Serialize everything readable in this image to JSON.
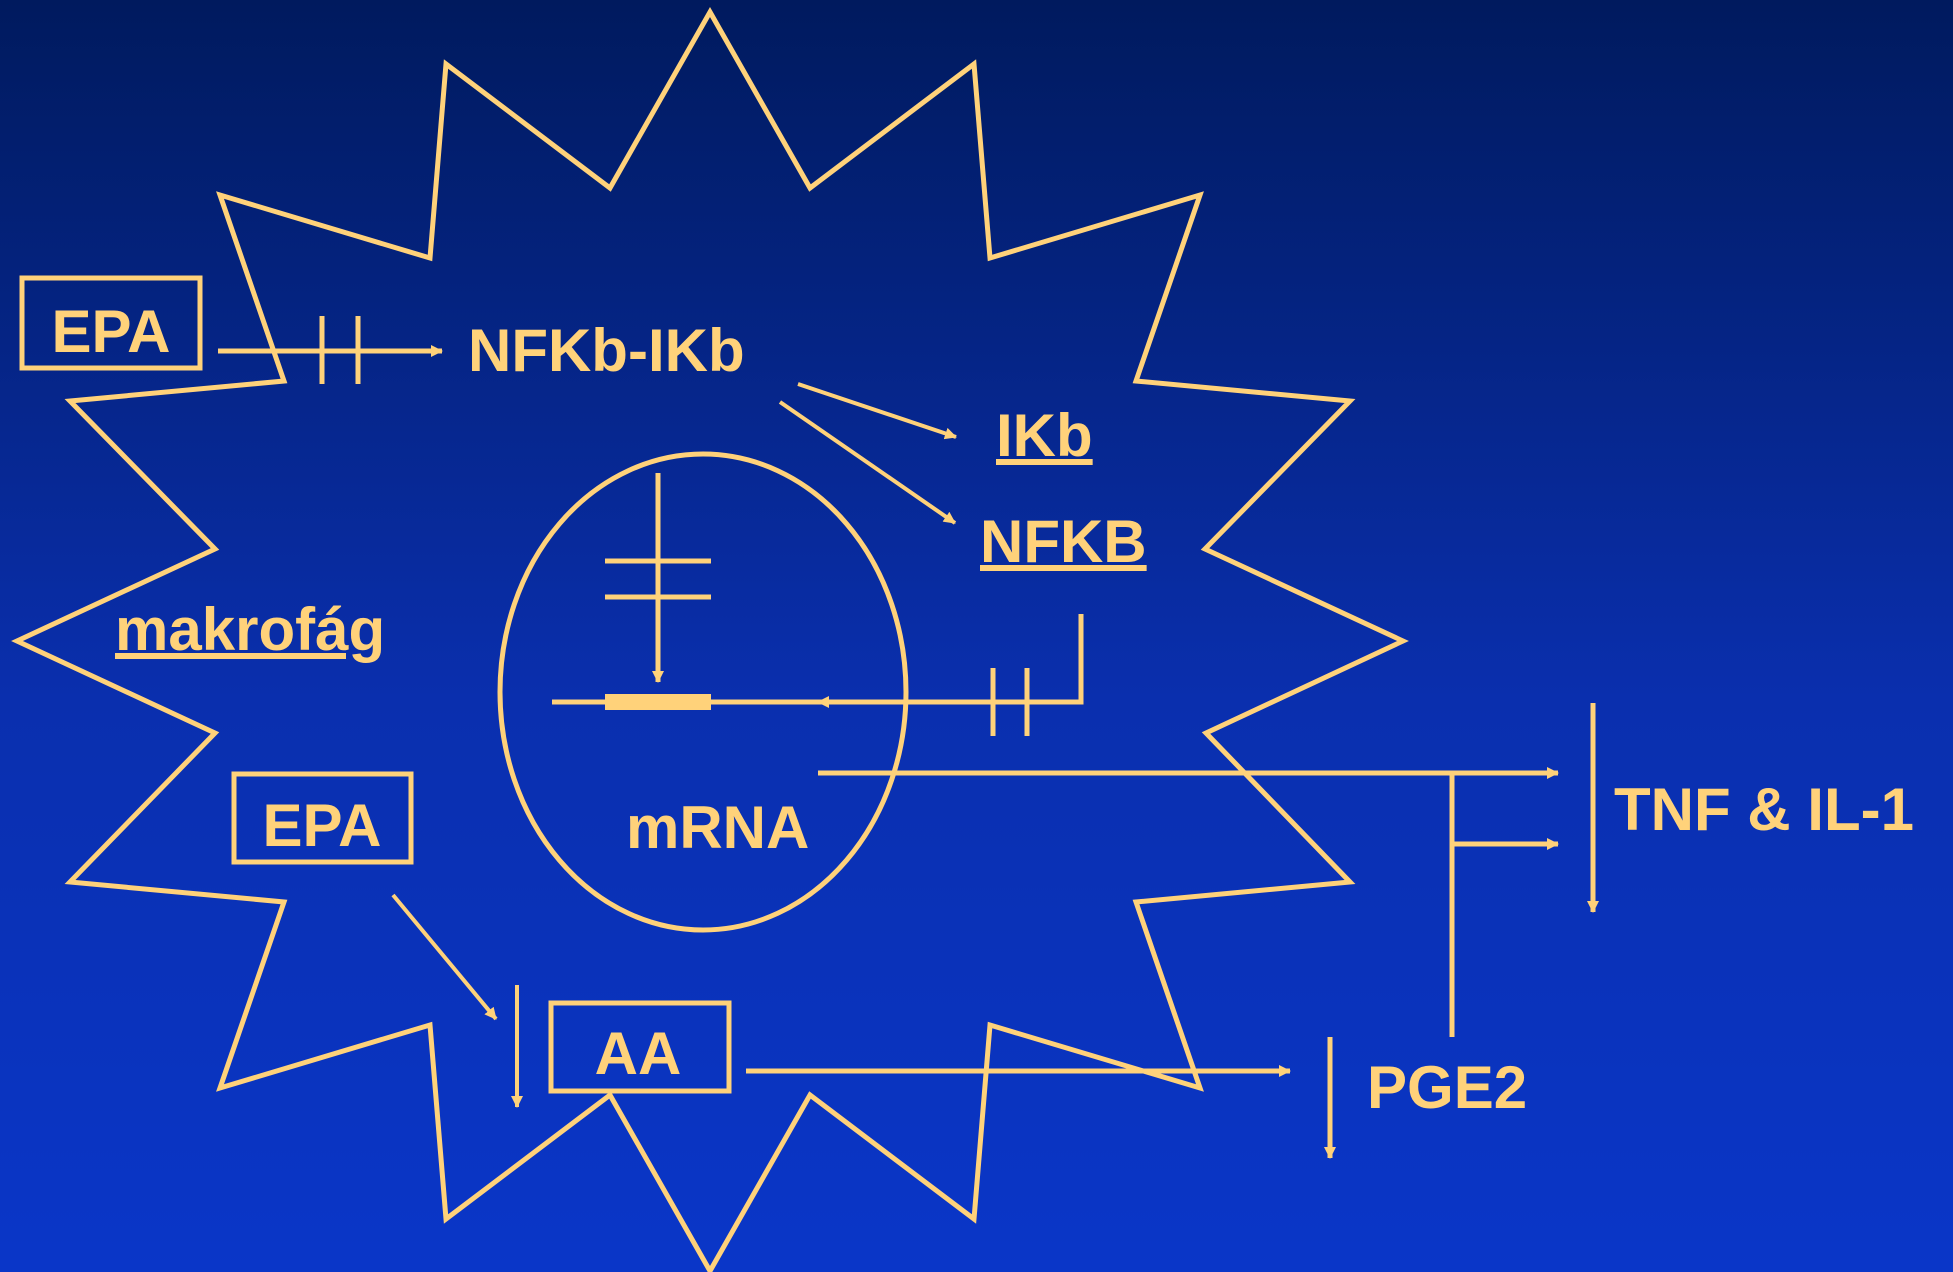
{
  "labels": {
    "epa_top": "EPA",
    "nfkb_ikb": "NFKb-IKb",
    "ikb": "IKb",
    "nfkb": "NFKB",
    "makrofag": "makrofág",
    "epa_bottom": "EPA",
    "mrna": "mRNA",
    "tnf_il1": "TNF & IL-1",
    "aa": "AA",
    "pge2": "PGE2"
  },
  "colors": {
    "foreground": "#ffd27a",
    "background_top": "#001a5e",
    "background_bottom": "#0a36c8"
  }
}
